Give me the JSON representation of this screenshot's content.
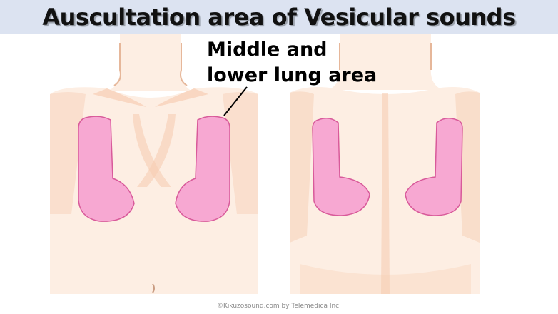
{
  "title": "Auscultation area of Vesicular sounds",
  "callout": {
    "line1": "Middle and",
    "line2": "lower lung area"
  },
  "copyright": "©Kikuzosound.com by Telemedica Inc.",
  "colors": {
    "title_bar": "#dce3f1",
    "skin": "#fdeee3",
    "skin_shadow": "#f6cdb3",
    "lung_area": "#f7a8d2",
    "lung_outline": "#d85a9a"
  },
  "figures": [
    "front-view",
    "back-view"
  ]
}
